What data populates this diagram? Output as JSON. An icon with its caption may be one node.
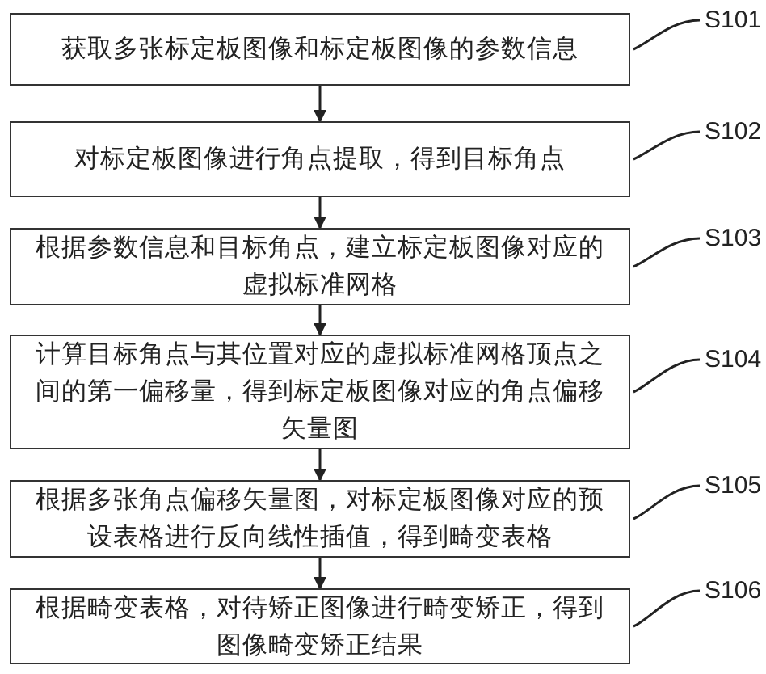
{
  "diagram": {
    "nodes": [
      {
        "text": [
          "获取多张标定板图像和标定板图像的参数信息"
        ]
      },
      {
        "text": [
          "S101"
        ]
      },
      {
        "text": [
          "对标定板图像进行角点提取，得到目标角点"
        ]
      },
      {
        "text": [
          "S102"
        ]
      },
      {
        "text": [
          "根据参数信息和目标角点，建立标定板图像对应的虚拟标准网格"
        ]
      },
      {
        "text": [
          "S103"
        ]
      },
      {
        "text": [
          "计算目标角点与其位置对应的虚拟标准网格顶点之间的第一偏移量，得到标定板图像对应的角点偏移矢量图"
        ]
      },
      {
        "text": [
          "S104"
        ]
      },
      {
        "text": [
          "根据多张角点偏移矢量图，对标定板图像对应的预设表格进行反向线性插值，得到畸变表格"
        ]
      },
      {
        "text": [
          "S105"
        ]
      },
      {
        "text": [
          "根据畸变表格，对待矫正图像进行畸变矫正，得到图像畸变矫正结果"
        ]
      },
      {
        "text": [
          "S106"
        ]
      }
    ],
    "edges": [
      {
        "from": 0,
        "to": 2,
        "arrow": "to"
      },
      {
        "from": 2,
        "to": 4,
        "arrow": "to"
      },
      {
        "from": 4,
        "to": 6,
        "arrow": "to"
      },
      {
        "from": 6,
        "to": 8,
        "arrow": "to"
      },
      {
        "from": 8,
        "to": 10,
        "arrow": "to"
      },
      {
        "from": 1,
        "to": 0,
        "arrow": "none"
      },
      {
        "from": 3,
        "to": 2,
        "arrow": "none"
      },
      {
        "from": 5,
        "to": 4,
        "arrow": "none"
      },
      {
        "from": 7,
        "to": 6,
        "arrow": "none"
      },
      {
        "from": 9,
        "to": 8,
        "arrow": "none"
      },
      {
        "from": 11,
        "to": 10,
        "arrow": "none"
      }
    ]
  }
}
